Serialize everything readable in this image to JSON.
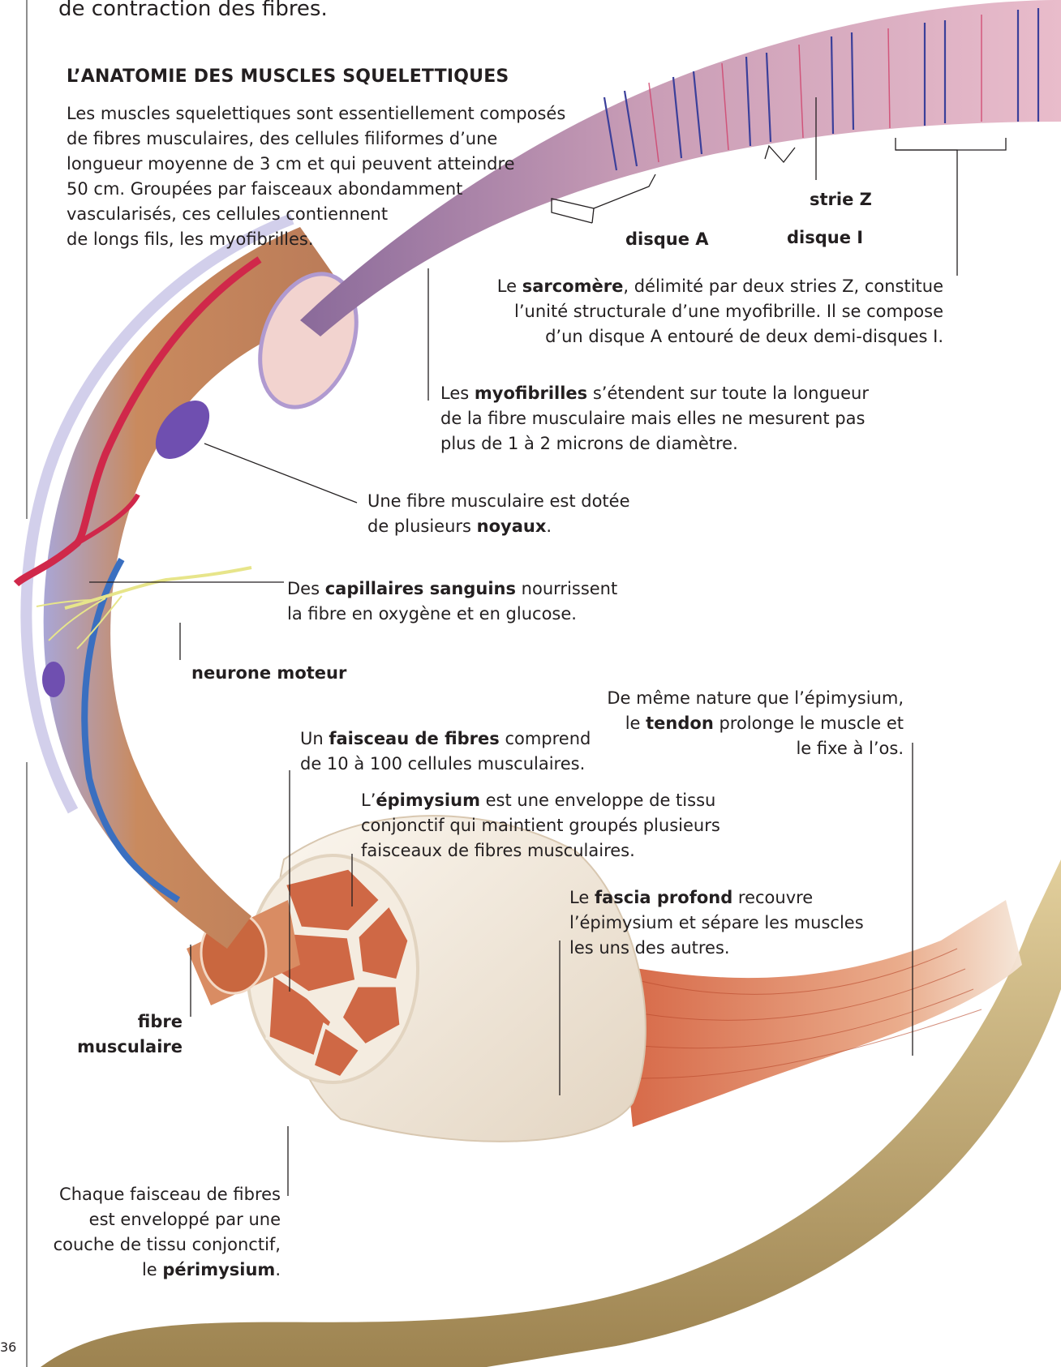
{
  "intro_fragment": "de contraction des fibres.",
  "section_heading": "L’ANATOMIE DES MUSCLES SQUELETTIQUES",
  "body_lines": [
    "Les muscles squelettiques sont essentiellement composés",
    "de fibres musculaires, des cellules filiformes d’une",
    "longueur moyenne de 3 cm et qui peuvent atteindre",
    "50 cm. Groupées par faisceaux abondamment",
    "vascularisés, ces cellules contiennent",
    "de longs fils, les myofibrilles."
  ],
  "labels": {
    "strie_z": "strie Z",
    "disque_a": "disque A",
    "disque_i": "disque I",
    "neurone_moteur": "neurone moteur",
    "fibre_musculaire_1": "fibre",
    "fibre_musculaire_2": "musculaire"
  },
  "sarcomere": {
    "pre": "Le ",
    "bold": "sarcomère",
    "post": ", délimité par deux stries Z, constitue",
    "line2": "l’unité structurale d’une myofibrille. Il se compose",
    "line3": "d’un disque A entouré de deux demi-disques I."
  },
  "myofibrilles": {
    "pre": "Les ",
    "bold": "myofibrilles",
    "post": " s’étendent sur toute la longueur",
    "line2": "de la fibre musculaire mais elles ne mesurent pas",
    "line3": "plus de 1 à 2 microns de diamètre."
  },
  "noyaux": {
    "line1": "Une fibre musculaire est dotée",
    "pre2": "de plusieurs ",
    "bold": "noyaux",
    "post2": "."
  },
  "capillaires": {
    "pre": "Des ",
    "bold": "capillaires sanguins",
    "post": " nourrissent",
    "line2": "la fibre en oxygène et en glucose."
  },
  "tendon": {
    "line1": "De même nature que l’épimysium,",
    "pre2": "le ",
    "bold": "tendon",
    "post2": " prolonge le muscle et",
    "line3": "le fixe à l’os."
  },
  "faisceau": {
    "pre": "Un ",
    "bold": "faisceau de fibres",
    "post": " comprend",
    "line2": "de 10 à 100 cellules musculaires."
  },
  "epimysium": {
    "pre": "L’",
    "bold": "épimysium",
    "post": " est une enveloppe de tissu",
    "line2": "conjonctif qui maintient groupés plusieurs",
    "line3": "faisceaux de fibres musculaires."
  },
  "fascia": {
    "pre": "Le ",
    "bold": "fascia profond",
    "post": " recouvre",
    "line2": "l’épimysium et sépare les muscles",
    "line3": "les uns des autres."
  },
  "perimysium": {
    "line1": "Chaque faisceau de fibres",
    "line2": "est enveloppé par une",
    "line3": "couche de tissu conjonctif,",
    "pre4": "le ",
    "bold": "périmysium",
    "post4": "."
  },
  "page_number": "36",
  "colors": {
    "text": "#231f20",
    "muscle": "#d9704a",
    "fibre": "#c98a5e",
    "capillary_red": "#d0284a",
    "capillary_blue": "#3a6fc0",
    "myofibril_pink": "#e7b3c0",
    "myofibril_band": "#3b3f9a",
    "bone": "#c9b27e",
    "sheath": "#f1e8dc"
  }
}
